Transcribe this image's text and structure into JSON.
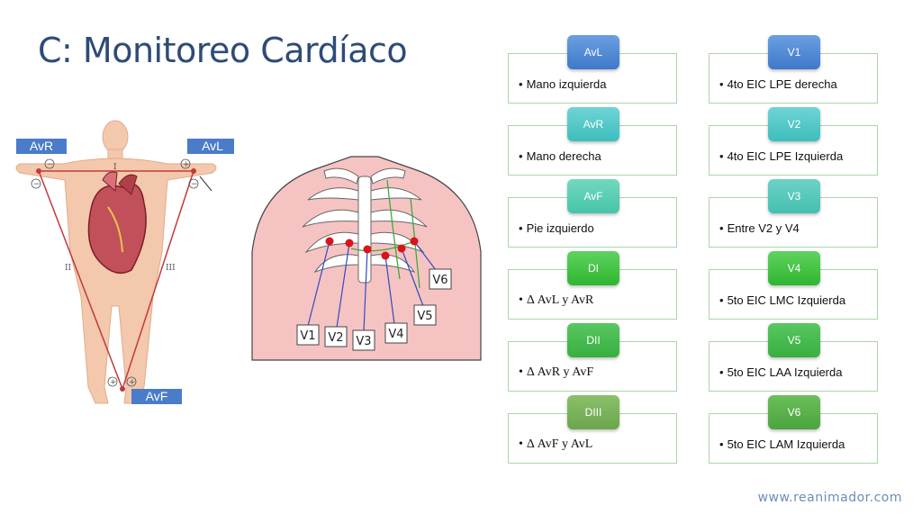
{
  "title": "C: Monitoreo Cardíaco",
  "footer": "www.reanimador.com",
  "colors": {
    "title": "#2e4b78",
    "label_box": "#4a7cc9",
    "card_border": "#a9d6a9",
    "electrode": "#d9141b"
  },
  "body_figure": {
    "labels": {
      "avr": "AvR",
      "avl": "AvL",
      "avf": "AvF"
    },
    "roman": {
      "i": "I",
      "ii": "II",
      "iii": "III"
    }
  },
  "chest_figure": {
    "electrodes": [
      "V1",
      "V2",
      "V3",
      "V4",
      "V5",
      "V6"
    ]
  },
  "leads_left": [
    {
      "tag": "AvL",
      "desc": "Mano izquierda",
      "color": "blue"
    },
    {
      "tag": "AvR",
      "desc": "Mano derecha",
      "color": "teal"
    },
    {
      "tag": "AvF",
      "desc": "Pie izquierdo",
      "color": "cyan"
    },
    {
      "tag": "DI",
      "desc": "Δ AvL y AvR",
      "color": "green"
    },
    {
      "tag": "DII",
      "desc": "Δ AvR y AvF",
      "color": "green2"
    },
    {
      "tag": "DIII",
      "desc": "Δ AvF y AvL",
      "color": "olive"
    }
  ],
  "leads_right": [
    {
      "tag": "V1",
      "desc": "4to EIC LPE derecha",
      "color": "blue"
    },
    {
      "tag": "V2",
      "desc": "4to EIC LPE Izquierda",
      "color": "teal"
    },
    {
      "tag": "V3",
      "desc": "Entre V2 y V4",
      "color": "teal2"
    },
    {
      "tag": "V4",
      "desc": "5to EIC LMC Izquierda",
      "color": "green"
    },
    {
      "tag": "V5",
      "desc": "5to EIC LAA Izquierda",
      "color": "green2"
    },
    {
      "tag": "V6",
      "desc": "5to EIC LAM Izquierda",
      "color": "green3"
    }
  ]
}
